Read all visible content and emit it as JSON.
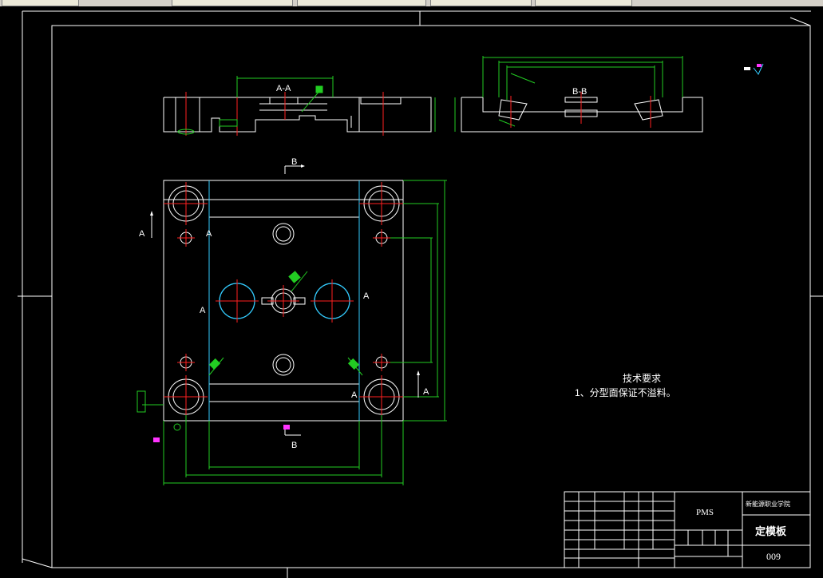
{
  "window": {
    "toolbar_tabs": 6
  },
  "colors": {
    "background": "#000000",
    "lines": "#ffffff",
    "centerlines": "#ff2020",
    "dimensions": "#22cc22",
    "holes_cyan": "#33ccff",
    "markers": "#ff33ff"
  },
  "sections": {
    "aa_title": "A-A",
    "bb_title": "B-B",
    "marker_a": "A",
    "marker_b": "B"
  },
  "notes": {
    "title": "技术要求",
    "line1": "1、分型面保证不溢料。"
  },
  "title_block": {
    "material": "PMS",
    "school": "新能源职业学院",
    "part_name": "定模板",
    "drawing_no": "009"
  },
  "icons": [
    "arrow-icon",
    "roughness-icon"
  ]
}
